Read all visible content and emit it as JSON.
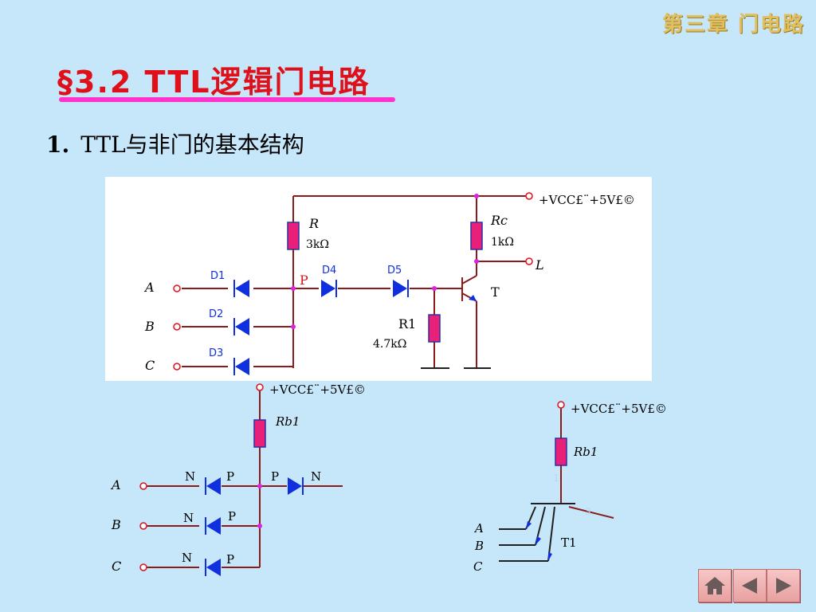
{
  "header": {
    "chapter": "第三章 门电路"
  },
  "title": "§3.2 TTL逻辑门电路",
  "subtitle": {
    "number": "1.",
    "text": "TTL与非门的基本结构"
  },
  "circuit_main": {
    "supply": "+VCC£¨+5V£©",
    "r_label": "R",
    "r_value": "3kΩ",
    "rc_label": "Rc",
    "rc_value": "1kΩ",
    "r1_label": "R1",
    "r1_value": "4.7kΩ",
    "output": "L",
    "transistor": "T",
    "node": "P",
    "d1": "D1",
    "d2": "D2",
    "d3": "D3",
    "d4": "D4",
    "d5": "D5",
    "input_a": "A",
    "input_b": "B",
    "input_c": "C"
  },
  "circuit_equiv": {
    "supply": "+VCC£¨+5V£©",
    "rb1": "Rb1",
    "n": "N",
    "p": "P",
    "input_a": "A",
    "input_b": "B",
    "input_c": "C"
  },
  "circuit_t1": {
    "supply": "+VCC£¨+5V£©",
    "rb1": "Rb1",
    "pin1": "1",
    "pin3": "3",
    "t1": "T1",
    "input_a": "A",
    "input_b": "B",
    "input_c": "C"
  },
  "colors": {
    "wire": "#8b1a1a",
    "diode": "#1030e0",
    "resistor": "#e8207a",
    "title": "#e0101a",
    "rule": "#ff33cc",
    "dot": "#e020e0"
  },
  "nav": {
    "home": "home-icon",
    "prev": "prev-icon",
    "next": "next-icon"
  }
}
